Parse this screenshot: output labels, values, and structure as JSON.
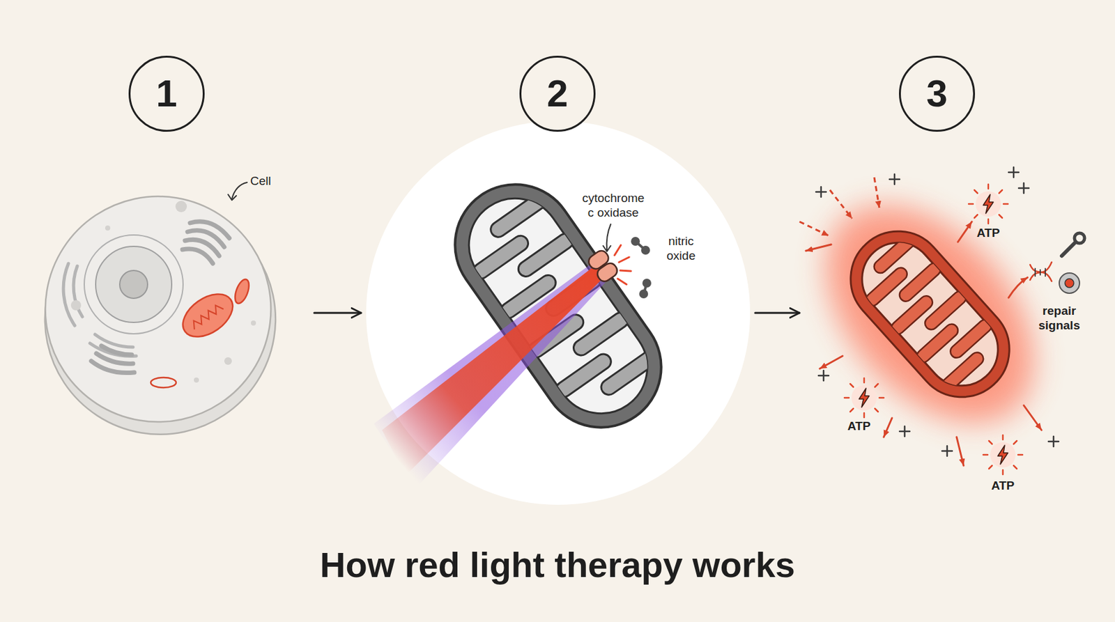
{
  "diagram": {
    "title": "How red light therapy works",
    "nodes": [
      {
        "text": [
          "1"
        ]
      },
      {
        "text": [
          "2"
        ]
      },
      {
        "text": [
          "3"
        ]
      },
      {
        "text": [
          "Cell"
        ]
      },
      {
        "text": [
          "cytochrome c oxidase",
          "nitric oxide"
        ]
      }
    ],
    "edges": [
      {
        "from": 3,
        "to": 4,
        "arrow": "to"
      }
    ],
    "labels": [
      "ATP",
      "repair signals",
      "ATP",
      "ATP"
    ]
  }
}
